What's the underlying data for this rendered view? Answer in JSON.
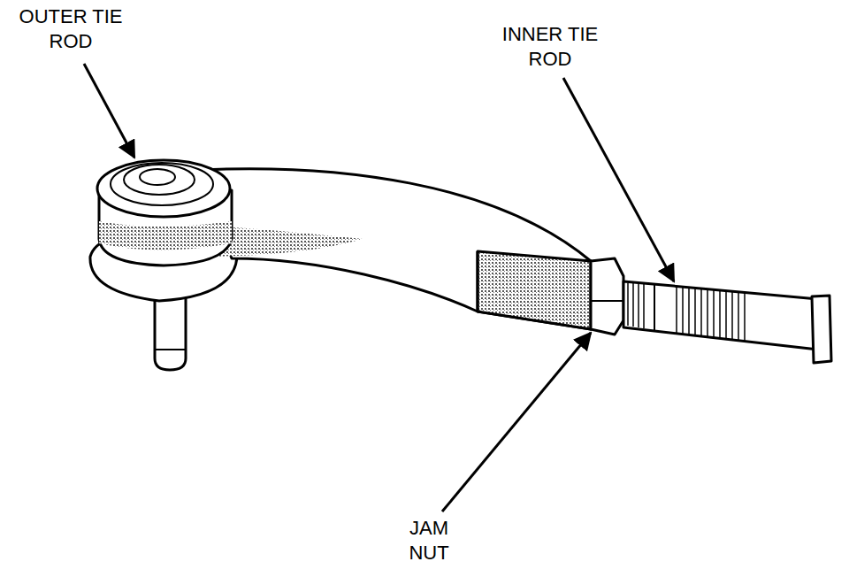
{
  "diagram": {
    "labels": [
      "OUTER TIE ROD",
      "INNER TIE ROD",
      "JAM NUT"
    ]
  }
}
